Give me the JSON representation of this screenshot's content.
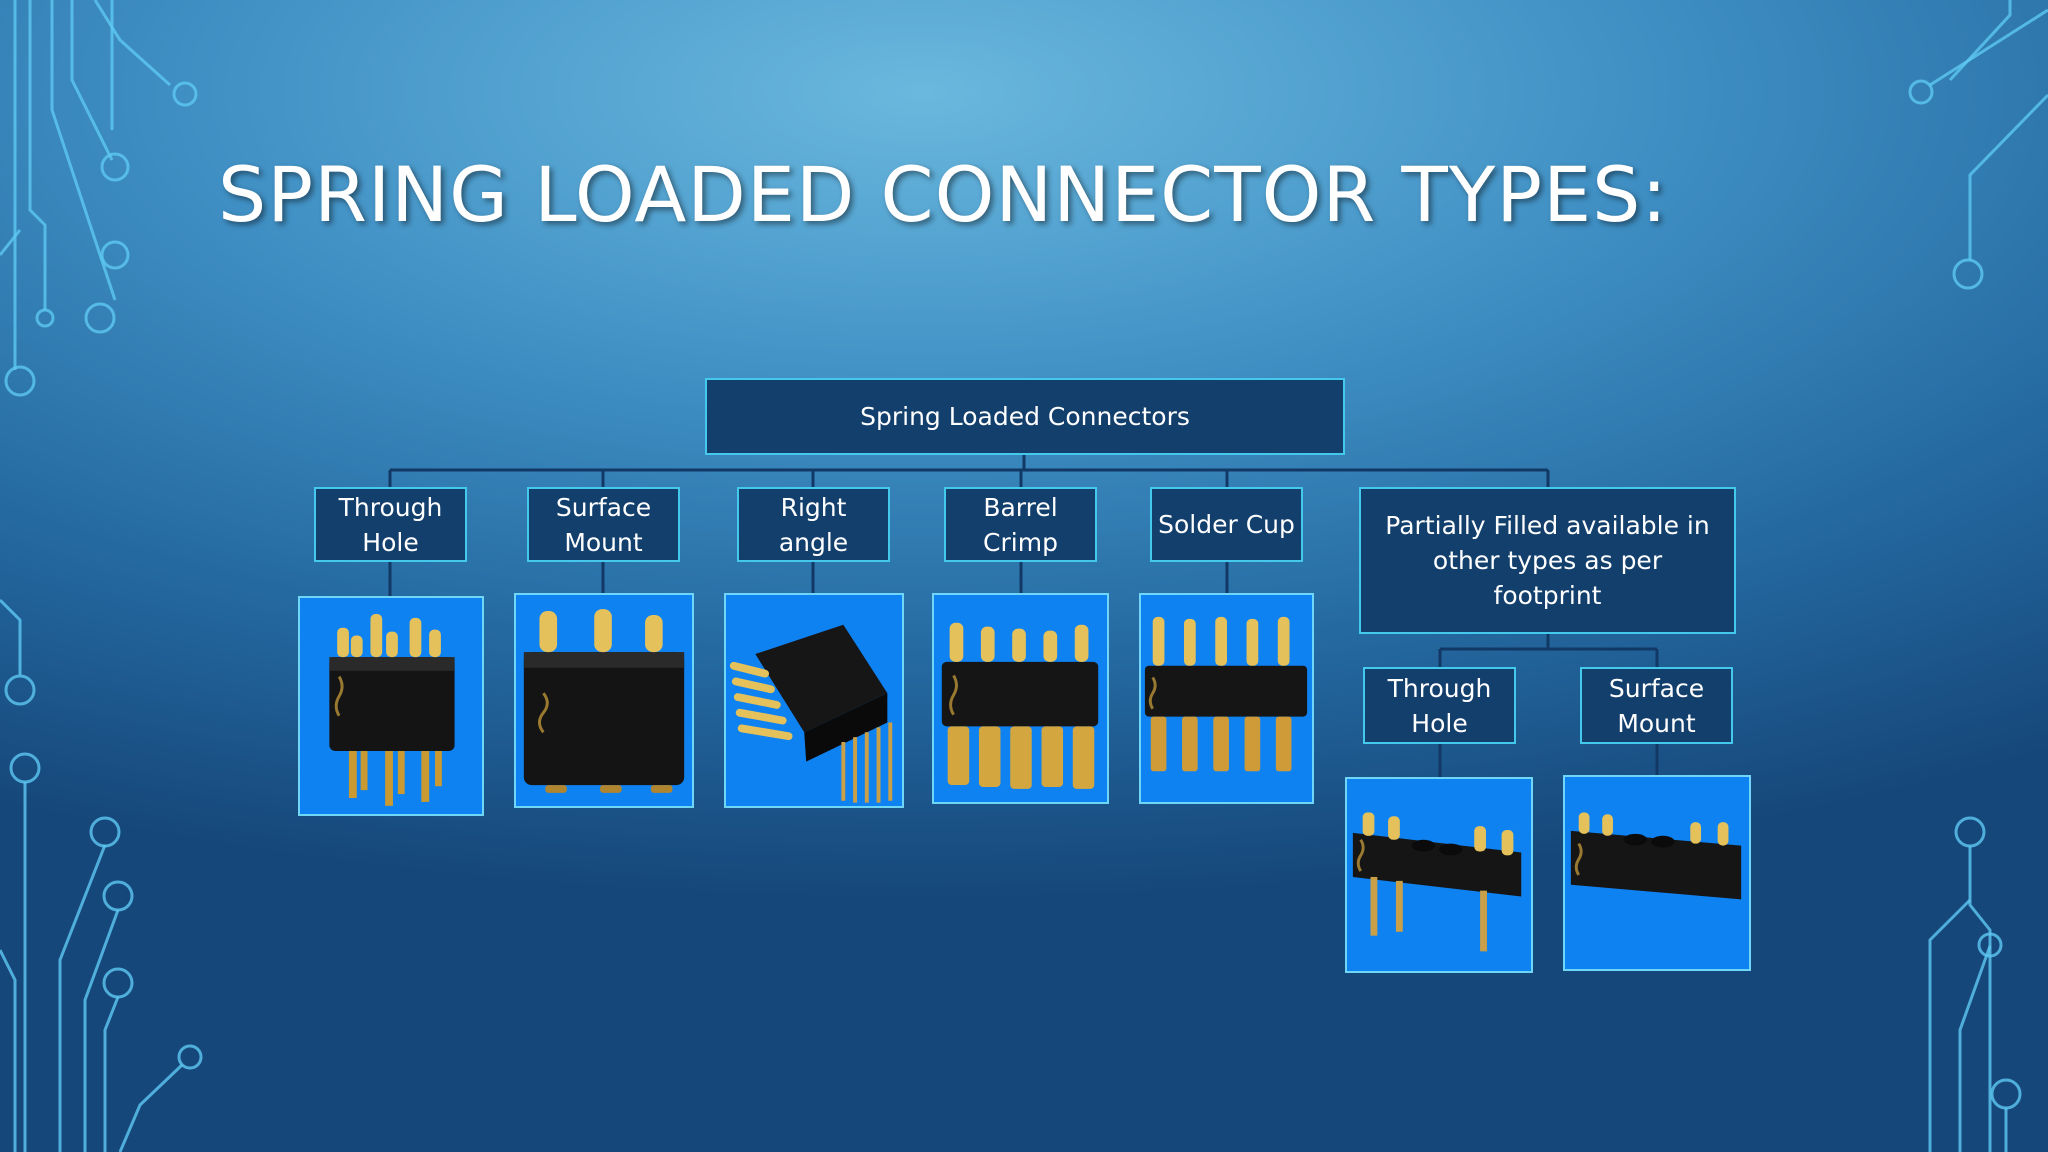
{
  "slide": {
    "title": "SPRING LOADED CONNECTOR TYPES:"
  },
  "diagram": {
    "root": "Spring Loaded Connectors",
    "types": [
      {
        "label": "Through Hole",
        "image_icon": "through-hole-connector-image"
      },
      {
        "label": "Surface Mount",
        "image_icon": "surface-mount-connector-image"
      },
      {
        "label": "Right angle",
        "image_icon": "right-angle-connector-image"
      },
      {
        "label": "Barrel Crimp",
        "image_icon": "barrel-crimp-connector-image"
      },
      {
        "label": "Solder Cup",
        "image_icon": "solder-cup-connector-image"
      }
    ],
    "partial": {
      "label": "Partially Filled available in other types as per footprint",
      "children": [
        {
          "label": "Through Hole",
          "image_icon": "partial-through-hole-connector-image"
        },
        {
          "label": "Surface Mount",
          "image_icon": "partial-surface-mount-connector-image"
        }
      ]
    }
  },
  "colors": {
    "node_fill": "#133f6d",
    "node_border": "#44c8ec",
    "photo_background": "#0f82f2",
    "circuit_lines": "#5ec8f2"
  }
}
